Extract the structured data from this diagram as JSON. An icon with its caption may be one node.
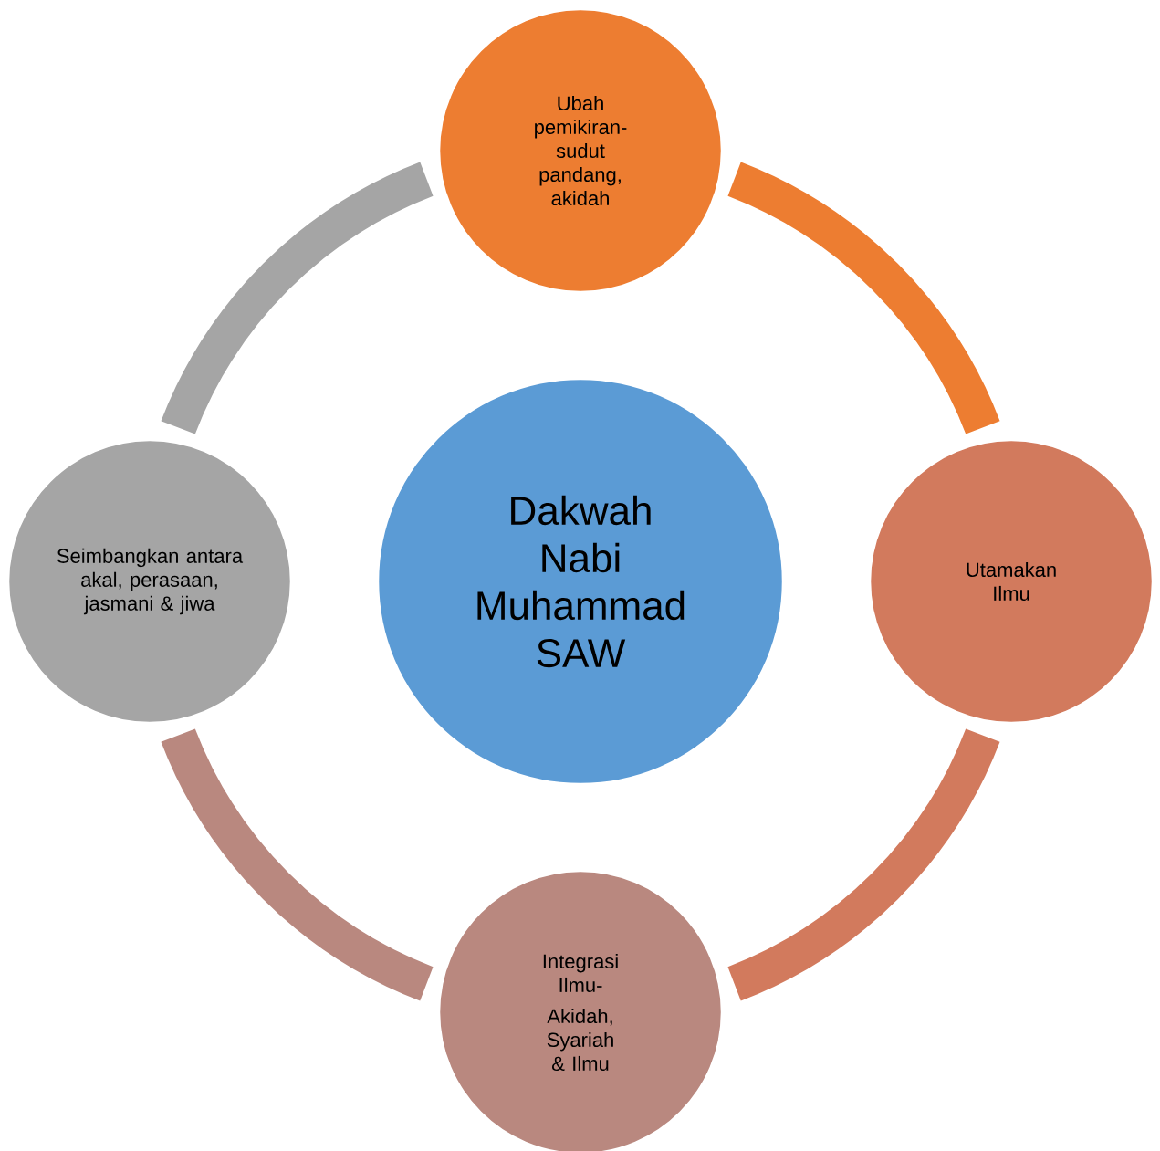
{
  "diagram": {
    "nodes": [
      {
        "text": [
          "Dakwah Nabi Muhammad SAW"
        ]
      },
      {
        "text": [
          "Ubah pemikiran-sudut pandang, akidah"
        ]
      },
      {
        "text": [
          "Utamakan Ilmu"
        ]
      },
      {
        "text": [
          "Integrasi Ilmu-",
          "Akidah, Syariah & Ilmu"
        ]
      },
      {
        "text": [
          "Seimbangkan antara akal, perasaan, jasmani & jiwa"
        ]
      }
    ],
    "edges": [
      {
        "from": 1,
        "to": 2,
        "arrow": "none",
        "color": "#ed7d31"
      },
      {
        "from": 2,
        "to": 3,
        "arrow": "none",
        "color": "#d27a5d"
      },
      {
        "from": 3,
        "to": 4,
        "arrow": "none",
        "color": "#b9887f"
      },
      {
        "from": 4,
        "to": 1,
        "arrow": "none",
        "color": "#a5a5a5"
      }
    ]
  }
}
